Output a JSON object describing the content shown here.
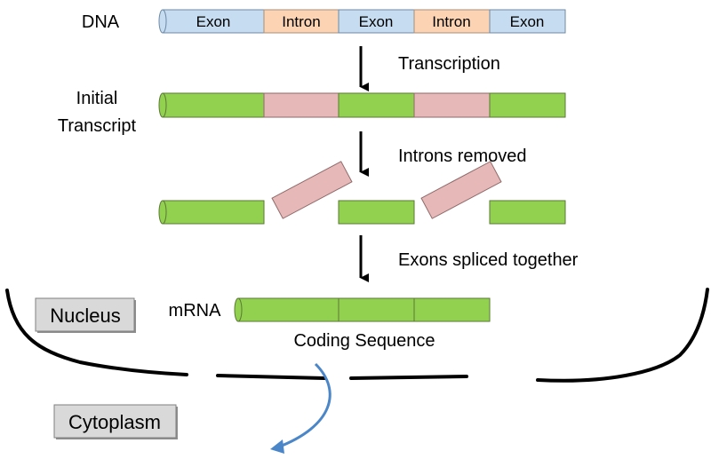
{
  "labels": {
    "dna": "DNA",
    "initial_line1": "Initial",
    "initial_line2": "Transcript",
    "mrna": "mRNA",
    "coding_sequence": "Coding Sequence",
    "nucleus": "Nucleus",
    "cytoplasm": "Cytoplasm"
  },
  "steps": {
    "transcription": "Transcription",
    "introns_removed": "Introns removed",
    "exons_spliced": "Exons spliced together"
  },
  "dna_segments": [
    {
      "label": "Exon",
      "kind": "exon"
    },
    {
      "label": "Intron",
      "kind": "intron"
    },
    {
      "label": "Exon",
      "kind": "exon"
    },
    {
      "label": "Intron",
      "kind": "intron"
    },
    {
      "label": "Exon",
      "kind": "exon"
    }
  ],
  "colors": {
    "dna_exon": "#c6dcf0",
    "dna_intron": "#fcd4b4",
    "exon_green": "#92d050",
    "intron_pink": "#e6b8b7",
    "arrow_blue": "#4a86c8",
    "label_box": "#d9d9d9"
  }
}
